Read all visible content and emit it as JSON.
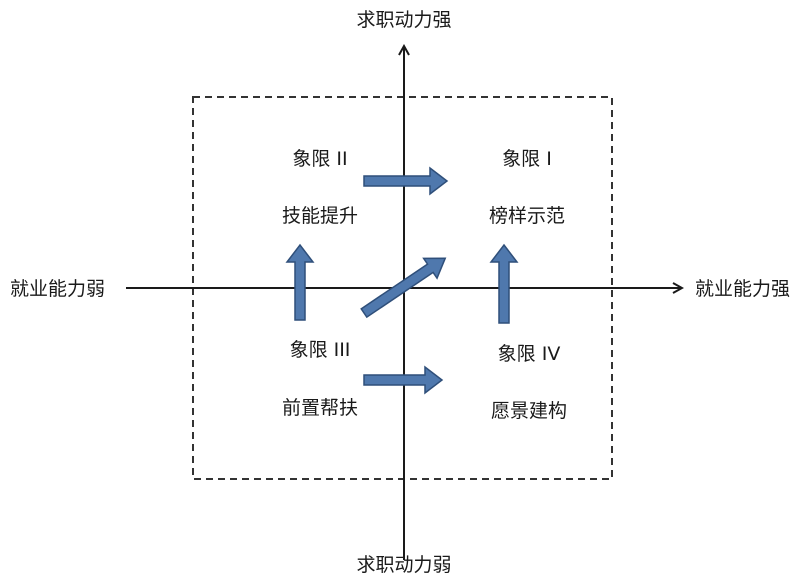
{
  "axes": {
    "y_top": "求职动力强",
    "y_bottom": "求职动力弱",
    "x_left": "就业能力弱",
    "x_right": "就业能力强"
  },
  "quadrants": {
    "q1": {
      "name": "象限 I",
      "strategy": "榜样示范"
    },
    "q2": {
      "name": "象限 II",
      "strategy": "技能提升"
    },
    "q3": {
      "name": "象限 III",
      "strategy": "前置帮扶"
    },
    "q4": {
      "name": "象限 IV",
      "strategy": "愿景建构"
    }
  },
  "colors": {
    "axis": "#1a1a1a",
    "arrow_fill": "#4f78ad",
    "arrow_stroke": "#2f4f7a",
    "frame": "#333333"
  }
}
